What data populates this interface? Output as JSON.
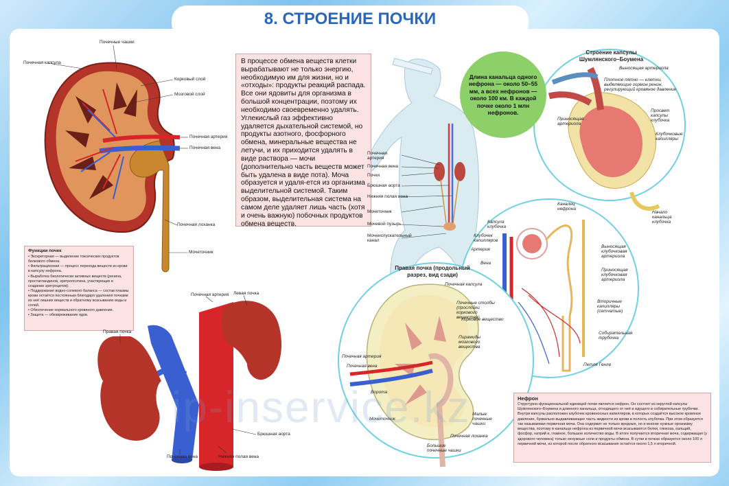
{
  "title": "8. СТРОЕНИЕ ПОЧКИ",
  "main_text": "В процессе обмена веществ клетки вырабатывают не только энергию, необходимую им для жизни, но и «отходы»: продукты реакций распада. Все они ядовиты для организма в большой концентрации, поэтому их необходимо своевременно удалять. Углекислый газ эффективно удаляется дыхательной системой, но продукты азотного, фосфорного обмена, минеральные вещества не летучи, и их приходится удалять в виде раствора — мочи (дополнительно часть веществ может быть удалена в виде пота). Моча образуется и удаля-ется из организма выделительной системой. Таким образом, выделительная система на самом деле удаляет лишь часть (хотя и очень важную) побочных продуктов обмена веществ.",
  "functions": {
    "title": "Функции почек",
    "items": [
      "• Экскреторная — выделение токсических продуктов белкового обмена.",
      "• Фильтрационная — процесс перехода веществ из крови в капсулу нефрона.",
      "• Выработка биологически активных веществ (ренина, простагландинов, эритропоэтина, участвующих в создании эритроцитов).",
      "• Поддержание водно-солевого баланса — состав плазмы крови остаётся постоянным благодаря удалению почками из неё лишних веществ и обратному всасыванию воды и солей.",
      "• Обеспечение нормального кровяного давления.",
      "• Защита — обезвреживание ядов."
    ]
  },
  "nephron_length": "Длина канальца одного нефрона — около 50–55 мм, а всех нефронов — около 100 км. В каждой почке около 1 млн нефронов.",
  "capsule_title": "Строение капсулы Шумлянского–Боумена",
  "right_kidney_title": "Правая почка (продольный разрез, вид сзади)",
  "nephron": {
    "title": "Нефрон",
    "text": "Структурно-функциональной единицей почки является нефрон. Он состоит из округлой капсулы Шумлянского–Боумена и длинного канальца, отходящего от неё и идущего в собирательные трубочки. Внутри капсулы расположен клубочек кровеносных капилляров, в которых создаётся высокое кровяное давление, буквально выдавливающее часть жидкости из крови в полость клубочка. При этом образуется так называемая первичная моча. Она содержит не только вредные, но и многие нужные организму вещества, поэтому в канальце нефрона из первичной мочи всасываются белки, глюкоза, кальций, фосфор, натрий и, главное, большое количество воды. В итоге получается вторичная моча, содержащая (у здорового человека) только ненужные соли и продукты обмена. В сутки в почках образуется около 100 л первичной мочи, из которой после обратного всасывания остаётся около 1,5 л вторичной."
  },
  "labels": {
    "kidney_section": {
      "calyces": "Почечные чашки",
      "capsule": "Почечная капсула",
      "cortex": "Корковый слой",
      "medulla": "Мозговой слой",
      "artery": "Почечная артерия",
      "vein": "Почечная вена",
      "pelvis": "Почечная лоханка",
      "ureter": "Мочеточник"
    },
    "kidneys_3d": {
      "right": "Правая почка",
      "left": "Левая почка",
      "artery": "Почечная артерия",
      "vein": "Почечная вена",
      "ivc": "Нижняя полая вена",
      "aorta": "Брюшная аорта"
    },
    "body": {
      "artery": "Почечная артерия",
      "vein": "Почечная вена",
      "kidneys": "Почки",
      "aorta": "Брюшная аорта",
      "ivc": "Нижняя полая вена",
      "ureter": "Мочеточник",
      "bladder": "Мочевой пузырь",
      "urethra": "Мочеиспускательный канал"
    },
    "capsule": {
      "efferent": "Выносящая артериола",
      "dense_spot": "Плотное пятно — клетки, выделяющие гормон ренин, регулирующий кровяное давление",
      "afferent": "Приносящая артериола",
      "lumen": "Просвет капсулы клубочка",
      "capillaries": "Клубочковые капилляры",
      "tubule_start": "Начало канальца клубочка"
    },
    "nephron_diagram": {
      "tubule": "Каналец нефрона",
      "glom_capsule": "Капсула клубочка",
      "glom_capillaries": "Клубочек капилляров",
      "artery": "Артерия",
      "vein": "Вена",
      "efferent": "Выносящая клубочковая артериола",
      "afferent": "Приносящая клубочковая артериола",
      "secondary_caps": "Вторичные капилляры (сетчатые)",
      "collecting": "Собирательная трубочка",
      "loop": "Петля Генле"
    },
    "right_kidney": {
      "capsule": "Почечная капсула",
      "columns": "Почечные столбы (прослойки коркового вещества)",
      "cortex": "Корковое вещество",
      "pyramids": "Пирамиды мозгового вещества",
      "artery": "Почечная артерия",
      "vein": "Почечная вена",
      "hilum": "Ворота",
      "ureter": "Мочеточник",
      "small_calyces": "Малые почечные чашки",
      "pelvis": "Почечная лоханка",
      "large_calyces": "Большие почечные чашки"
    }
  },
  "watermark": "ip-inservice.kz",
  "colors": {
    "title": "#2c66b8",
    "text_box": "#fbe3e3",
    "green_circle": "#8dd06a",
    "kidney": "#b5342a",
    "artery": "#d6262a",
    "vein": "#3a5fd0"
  }
}
